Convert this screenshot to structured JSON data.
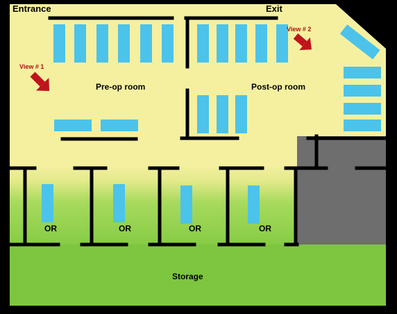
{
  "labels": {
    "entrance": "Entrance",
    "exit": "Exit",
    "view1": "View # 1",
    "view2": "View # 2",
    "preop": "Pre-op room",
    "postop": "Post-op room",
    "or": [
      "OR",
      "OR",
      "OR",
      "OR"
    ],
    "storage": "Storage"
  },
  "colors": {
    "background": "#000000",
    "floor_yellow": "#f5f0a0",
    "floor_green": "#8ed14a",
    "storage_green": "#7ec63f",
    "bed_blue": "#4cc3ea",
    "wall": "#000000",
    "blocked_gray": "#6e6e6e",
    "arrow_red": "#c0141c",
    "view_text": "#b01010"
  }
}
